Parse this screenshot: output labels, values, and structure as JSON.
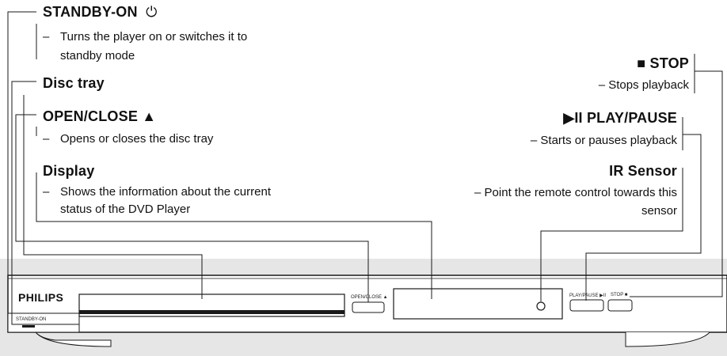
{
  "labels": {
    "standby": {
      "title": "STANDBY-ON",
      "desc1": "Turns the player on or switches it to",
      "desc2": "standby mode"
    },
    "disc_tray": {
      "title": "Disc tray"
    },
    "open_close": {
      "title": "OPEN/CLOSE ▲",
      "desc": "Opens or closes the disc tray"
    },
    "display": {
      "title": "Display",
      "desc1": "Shows the information about the current",
      "desc2": "status of the DVD Player"
    },
    "stop": {
      "title": "■ STOP",
      "desc": "– Stops playback"
    },
    "play_pause": {
      "title": "▶II PLAY/PAUSE",
      "desc": "– Starts or pauses playback"
    },
    "ir_sensor": {
      "title": "IR Sensor",
      "desc1": "– Point the remote control towards this",
      "desc2": "sensor"
    },
    "dash": "–"
  },
  "device": {
    "brand": "PHILIPS",
    "standby_text": "STANDBY-ON",
    "open_close_text": "OPEN/CLOSE ▲",
    "play_pause_text": "PLAY/PAUSE ▶II",
    "stop_text": "STOP ■"
  },
  "colors": {
    "panel_bg": "#e6e6e6",
    "line": "#1a1a1a"
  }
}
